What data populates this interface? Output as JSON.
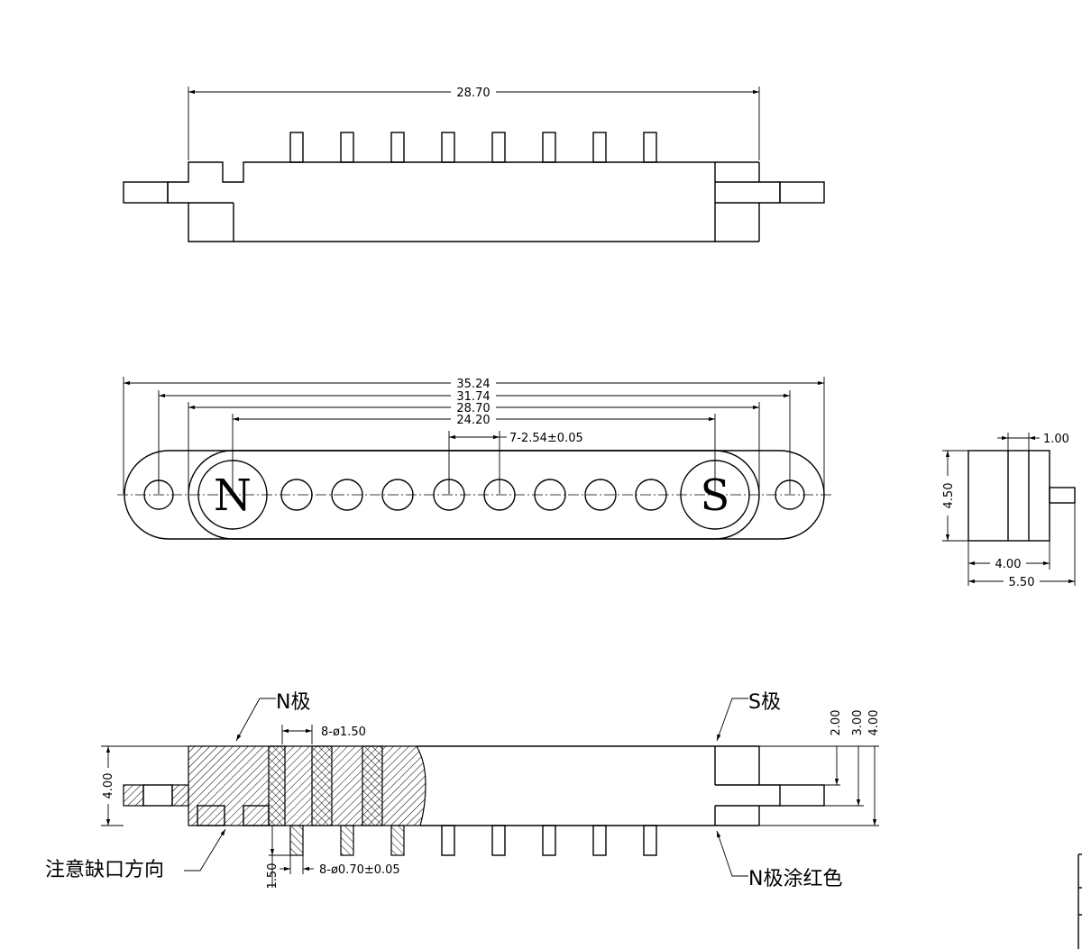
{
  "top_view": {
    "overall_length": "28.70"
  },
  "front_view": {
    "dims": {
      "total_length": "35.24",
      "mount_hole_spacing": "31.74",
      "body_length": "28.70",
      "magnet_spacing": "24.20",
      "pin_pitch": "7-2.54±0.05"
    },
    "poles": {
      "north": "N",
      "south": "S"
    }
  },
  "side_view": {
    "dims": {
      "plate_width": "1.00",
      "height": "4.50",
      "body_depth": "4.00",
      "total_depth": "5.50"
    }
  },
  "section_view": {
    "dims": {
      "height": "4.00",
      "pad_diameter": "8-ø1.50",
      "pin_diameter": "8-ø0.70±0.05",
      "pin_length": "1.50",
      "h1": "2.00",
      "h2": "3.00",
      "h3": "4.00"
    },
    "labels": {
      "n_pole": "N极",
      "s_pole": "S极",
      "notch_direction": "注意缺口方向",
      "n_pole_red": "N极涂红色"
    }
  }
}
